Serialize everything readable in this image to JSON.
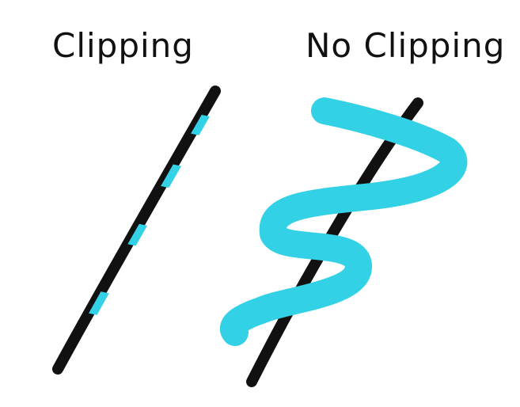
{
  "labels": {
    "clipping": "Clipping",
    "no_clipping": "No Clipping"
  },
  "colors": {
    "background": "#ffffff",
    "line": "#111111",
    "brush": "#33d1e6"
  },
  "examples": [
    {
      "name": "clipping",
      "clipped": true
    },
    {
      "name": "no-clipping",
      "clipped": false
    }
  ]
}
